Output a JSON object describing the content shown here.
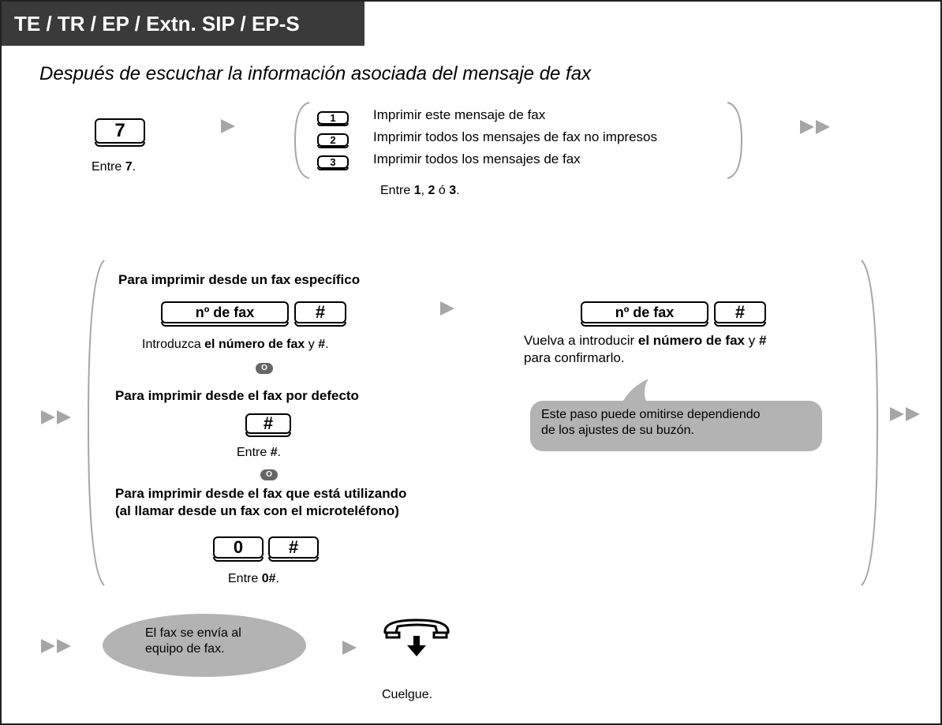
{
  "header": {
    "title": "TE / TR / EP / Extn. SIP / EP-S"
  },
  "subtitle": "Después de escuchar la información asociada del mensaje de fax",
  "step1": {
    "key": "7",
    "caption_pre": "Entre ",
    "caption_key": "7",
    "caption_post": "."
  },
  "options": {
    "items": [
      {
        "key": "1",
        "label": "Imprimir este mensaje de fax"
      },
      {
        "key": "2",
        "label": "Imprimir todos los mensajes de fax no impresos"
      },
      {
        "key": "3",
        "label": "Imprimir todos los mensajes de fax"
      }
    ],
    "caption_pre": "Entre ",
    "caption_k1": "1",
    "caption_sep1": ", ",
    "caption_k2": "2",
    "caption_sep2": " ó ",
    "caption_k3": "3",
    "caption_post": "."
  },
  "specific_fax": {
    "heading": "Para imprimir desde un fax específico",
    "fax_key": "nº de fax",
    "hash_key": "#",
    "caption_pre": "Introduzca ",
    "caption_bold1": "el número de fax",
    "caption_mid": " y ",
    "caption_bold2": "#",
    "caption_post": "."
  },
  "or_label": "O",
  "default_fax": {
    "heading": "Para imprimir desde el fax por defecto",
    "hash_key": "#",
    "caption_pre": "Entre ",
    "caption_bold": "#",
    "caption_post": "."
  },
  "current_fax": {
    "heading_line1": "Para imprimir desde el fax que está utilizando",
    "heading_line2": "(al llamar desde un fax con el microteléfono)",
    "zero_key": "0",
    "hash_key": "#",
    "caption_pre": "Entre ",
    "caption_bold": "0#",
    "caption_post": "."
  },
  "confirm": {
    "fax_key": "nº de fax",
    "hash_key": "#",
    "line1_pre": "Vuelva a introducir ",
    "line1_bold1": "el número de fax",
    "line1_mid": " y ",
    "line1_bold2": "#",
    "line2": "para confirmarlo.",
    "note_line1": "Este paso puede omitirse dependiendo",
    "note_line2": "de los ajustes de su buzón."
  },
  "result": {
    "bubble_line1": "El fax se envía al",
    "bubble_line2": "equipo de fax.",
    "hangup_icon": "hang-up-handset-icon",
    "hangup_caption": "Cuelgue."
  },
  "colors": {
    "title_bg": "#3a3a3a",
    "bubble_bg": "#b3b3b3",
    "arrow": "#a6a6a6"
  }
}
